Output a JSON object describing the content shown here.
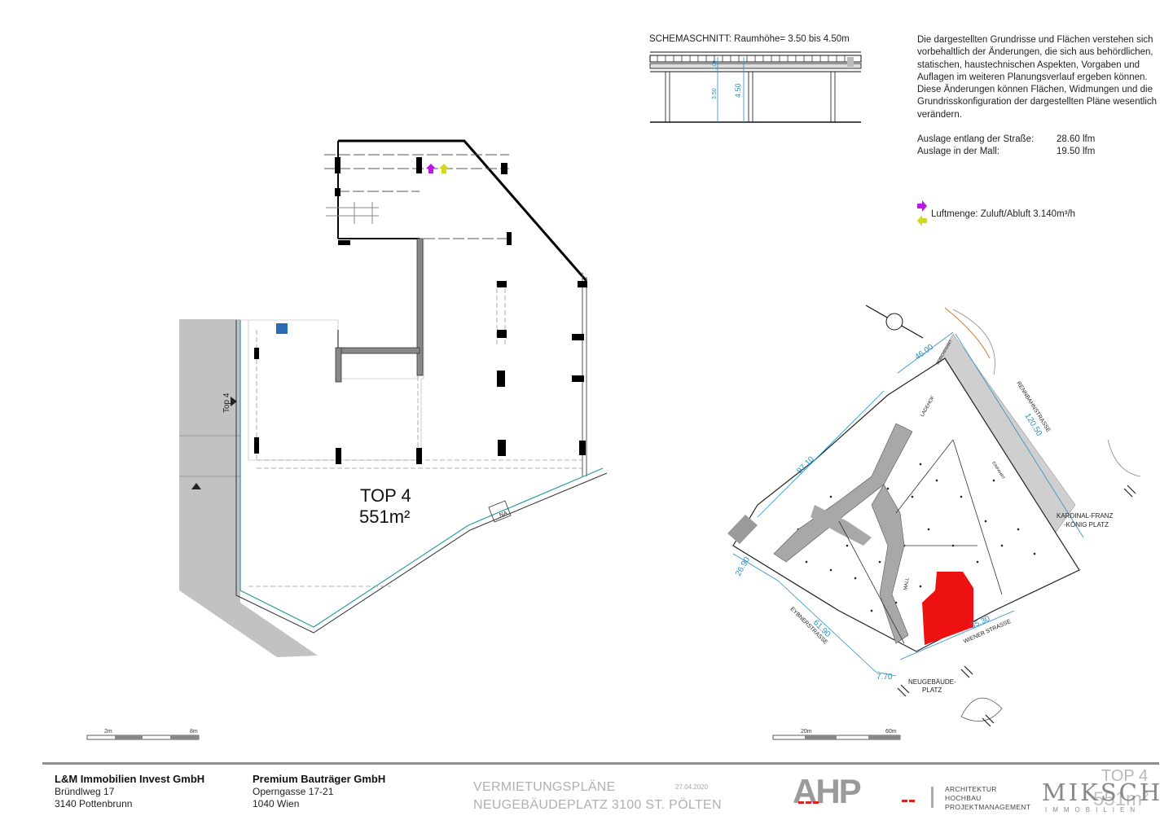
{
  "schema": {
    "title": "SCHEMASCHNITT:   Raumhöhe= 3.50 bis 4.50m",
    "dim_small": "3.50",
    "dim_large": "4.50",
    "dim_top": "1.00"
  },
  "notice": {
    "text": "Die dargestellten Grundrisse und Flächen verstehen sich vorbehaltlich der Änderungen, die sich aus behördlichen, statischen, haustechnischen Aspekten, Vorgaben und Auflagen im weiteren Planungsverlauf ergeben können. Diese Änderungen können Flächen, Widmungen und die Grundrisskonfiguration der dargestellten Pläne wesentlich verändern."
  },
  "auslage": [
    {
      "label": "Auslage entlang der Straße:",
      "value": "28.60 lfm"
    },
    {
      "label": "Auslage in der Mall:",
      "value": "19.50 lfm"
    }
  ],
  "legend": {
    "text": "Luftmenge: Zuluft/Abluft 3.140m³/h",
    "colors": {
      "zuluft": "#b81ae0",
      "abluft": "#d4d81a"
    }
  },
  "floorplan": {
    "unit_name": "TOP 4",
    "unit_area": "551m²",
    "side_label": "Top 4",
    "na_label": "NA",
    "scale": {
      "left": "2m",
      "right": "8m"
    }
  },
  "siteplan": {
    "dims": {
      "d4600": "46.00",
      "d9710": "97.10",
      "d12050": "120.50",
      "d2690": "26.90",
      "d6190": "61.90",
      "d3530": "35.30",
      "d770": "7.70"
    },
    "streets": {
      "rennbahn": "RENNBAHNSTRASSE",
      "eybner": "EYBNERSTRASSE",
      "wiener": "WIENER STRASSE",
      "kardinal_1": "KARDINAL-FRANZ",
      "kardinal_2": "-KÖNIG PLATZ",
      "neugebaeude_1": "NEUGEBÄUDE-",
      "neugebaeude_2": "PLATZ"
    },
    "labels": {
      "mall": "MALL",
      "ladehof": "LADEHOF",
      "durchfahrt": "DURCHFAHRT",
      "einfahrt": "EINFAHRT"
    },
    "scale": {
      "left": "20m",
      "right": "60m"
    },
    "highlight_color": "#ee1111"
  },
  "footer": {
    "company1": {
      "name": "L&M Immobilien Invest GmbH",
      "line1": "Bründlweg 17",
      "line2": "3140 Pottenbrunn"
    },
    "company2": {
      "name": "Premium Bauträger GmbH",
      "line1": "Operngasse 17-21",
      "line2": "1040 Wien"
    },
    "plans_line1": "VERMIETUNGSPLÄNE",
    "plans_line2": "NEUGEBÄUDEPLATZ 3100 ST. PÖLTEN",
    "date": "27.04.2020",
    "ahp_logo": "AHP",
    "ahp_line1": "ARCHITEKTUR",
    "ahp_line2": "HOCHBAU",
    "ahp_line3": "PROJEKTMANAGEMENT",
    "miksch": "MIKSCH",
    "miksch_sub": "IMMOBILIEN",
    "corner_unit": "TOP 4",
    "corner_area": "551m²"
  }
}
